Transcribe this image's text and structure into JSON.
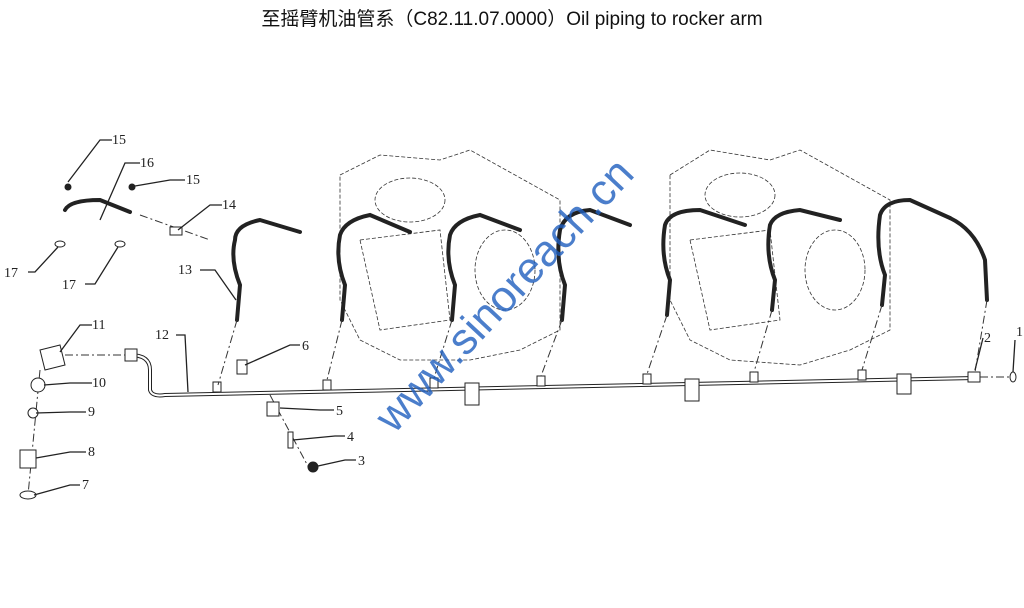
{
  "title": "至摇臂机油管系（C82.11.07.0000）Oil piping to rocker arm",
  "watermark": "www.sinoreach.cn",
  "callouts": [
    "1",
    "2",
    "3",
    "4",
    "5",
    "6",
    "7",
    "8",
    "9",
    "10",
    "11",
    "12",
    "13",
    "14",
    "15",
    "15",
    "16",
    "17",
    "17"
  ]
}
